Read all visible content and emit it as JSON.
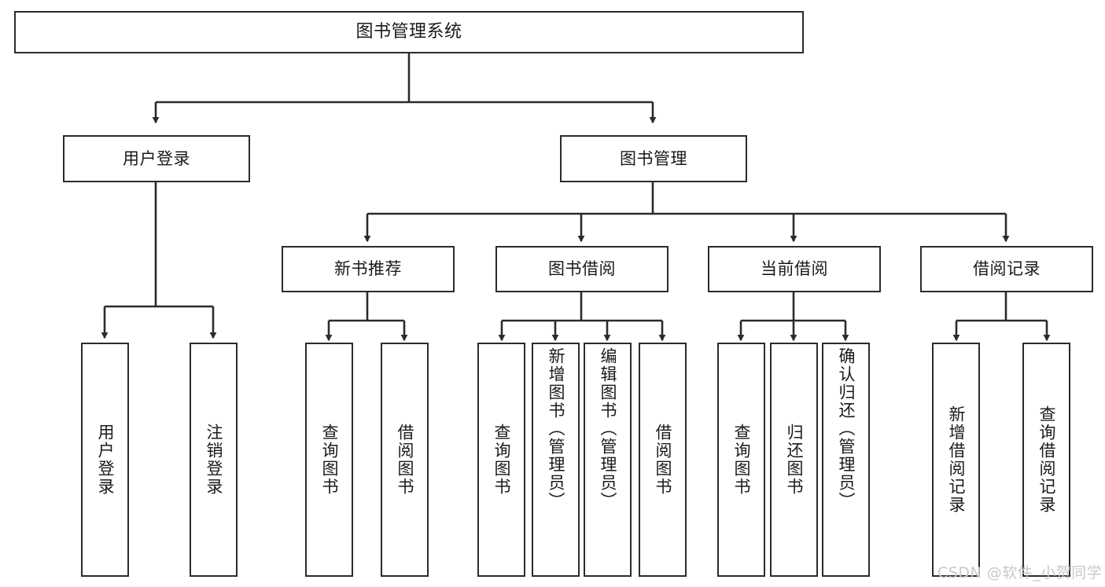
{
  "diagram": {
    "title": "图书管理系统",
    "type": "tree-hierarchy",
    "stroke_color": "#2b2b2b",
    "fill_color": "#ffffff",
    "text_color": "#1a1a1a",
    "watermark": "CSDN @软件_小贺同学",
    "root": {
      "label": "图书管理系统"
    },
    "level1": [
      {
        "label": "用户登录"
      },
      {
        "label": "图书管理"
      }
    ],
    "level2": [
      {
        "label": "新书推荐"
      },
      {
        "label": "图书借阅"
      },
      {
        "label": "当前借阅"
      },
      {
        "label": "借阅记录"
      }
    ],
    "leaves_user_login": [
      {
        "label": "用户登录"
      },
      {
        "label": "注销登录"
      }
    ],
    "leaves_new_book": [
      {
        "label": "查询图书"
      },
      {
        "label": "借阅图书"
      }
    ],
    "leaves_borrow": [
      {
        "label": "查询图书"
      },
      {
        "label": "新增图书（管理员）"
      },
      {
        "label": "编辑图书（管理员）"
      },
      {
        "label": "借阅图书"
      }
    ],
    "leaves_current": [
      {
        "label": "查询图书"
      },
      {
        "label": "归还图书"
      },
      {
        "label": "确认归还（管理员）"
      }
    ],
    "leaves_records": [
      {
        "label": "新增借阅记录"
      },
      {
        "label": "查询借阅记录"
      }
    ]
  }
}
